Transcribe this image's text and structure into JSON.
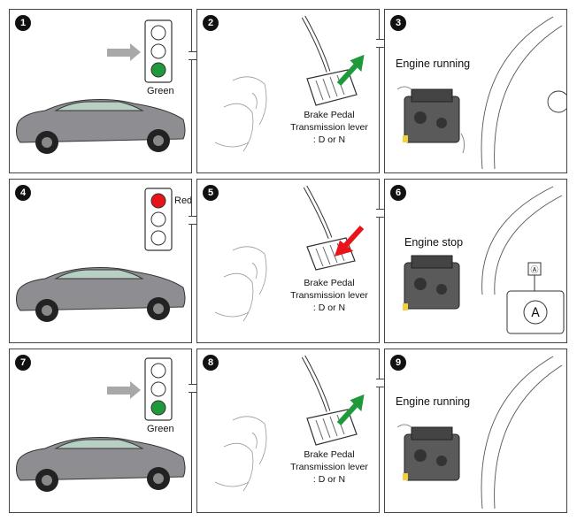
{
  "steps": [
    {
      "number": "1",
      "light_label": "Green"
    },
    {
      "number": "2",
      "pedal_line1": "Brake Pedal",
      "pedal_line2": "Transmission lever",
      "pedal_line3": ": D or N"
    },
    {
      "number": "3",
      "engine_label": "Engine running"
    },
    {
      "number": "4",
      "light_label": "Red"
    },
    {
      "number": "5",
      "pedal_line1": "Brake Pedal",
      "pedal_line2": "Transmission lever",
      "pedal_line3": ": D or N"
    },
    {
      "number": "6",
      "engine_label": "Engine stop"
    },
    {
      "number": "7",
      "light_label": "Green"
    },
    {
      "number": "8",
      "pedal_line1": "Brake Pedal",
      "pedal_line2": "Transmission lever",
      "pedal_line3": ": D or N"
    },
    {
      "number": "9",
      "engine_label": "Engine running"
    }
  ],
  "colors": {
    "green": "#1e9a3c",
    "red": "#e8141a",
    "arrow_gray": "#a8a8a8",
    "car_gray": "#8e8e92"
  },
  "icons": [
    "traffic-light-icon",
    "car-icon",
    "brake-pedal-icon",
    "engine-icon",
    "gauge-icon",
    "auto-stop-icon",
    "arrow-icon"
  ]
}
